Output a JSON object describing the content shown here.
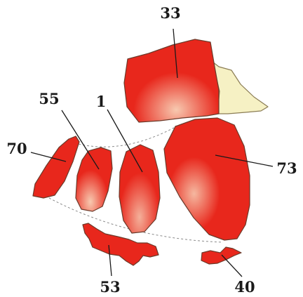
{
  "colors": {
    "fragment_fill": "#e8271c",
    "fragment_highlight": "#f7c9b0",
    "missing_area_fill": "#f6f1c4",
    "outline": "#6b3a2a",
    "label_text": "#1a1a1a",
    "guide_line": "#8a8a8a"
  },
  "labels": {
    "frag_33": "33",
    "frag_55": "55",
    "frag_1": "1",
    "frag_70": "70",
    "frag_73": "73",
    "frag_53": "53",
    "frag_40": "40"
  }
}
